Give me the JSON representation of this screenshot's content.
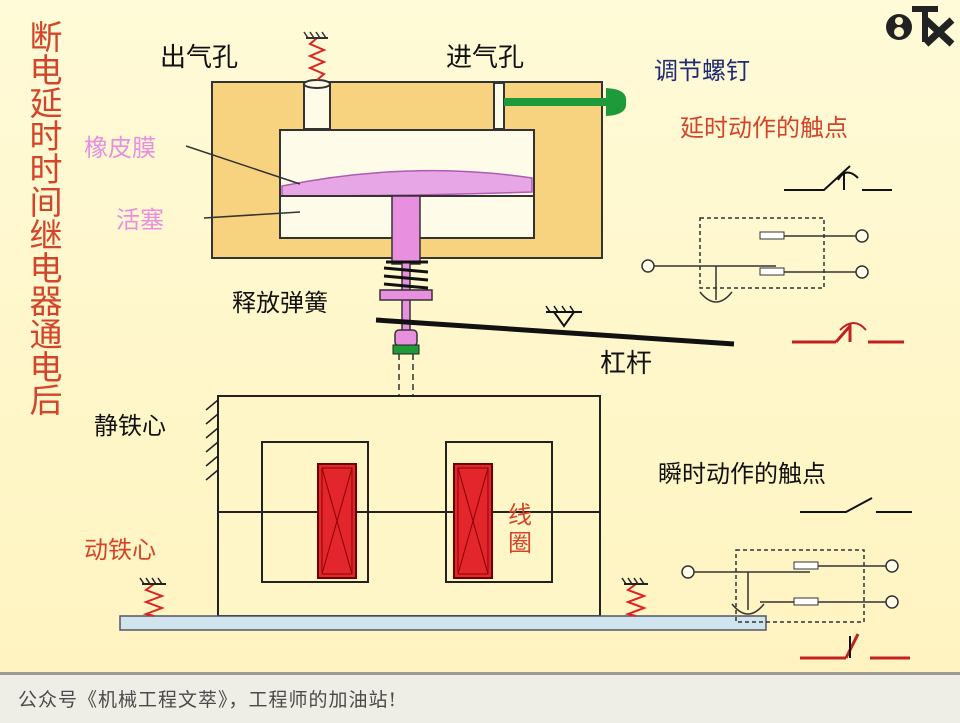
{
  "title": "断电延时时间继电器通电后",
  "logo_text": "8TX",
  "labels": {
    "exhaust_hole": "出气孔",
    "intake_hole": "进气孔",
    "adjust_screw": "调节螺钉",
    "rubber_film": "橡皮膜",
    "piston": "活塞",
    "release_spring": "释放弹簧",
    "lever": "杠杆",
    "static_core": "静铁心",
    "moving_core": "动铁心",
    "coil": "线圈",
    "delay_contact": "延时动作的触点",
    "instant_contact": "瞬时动作的触点"
  },
  "footer": "公众号《机械工程文萃》，工程师的加油站!",
  "colors": {
    "title": "#d3452a",
    "air_chamber": "#f7d27f",
    "piston_magenta": "#e88fe0",
    "coil_red": "#e2262b",
    "screw_green": "#1f9a3a",
    "base_blue": "#cfe4ec"
  }
}
